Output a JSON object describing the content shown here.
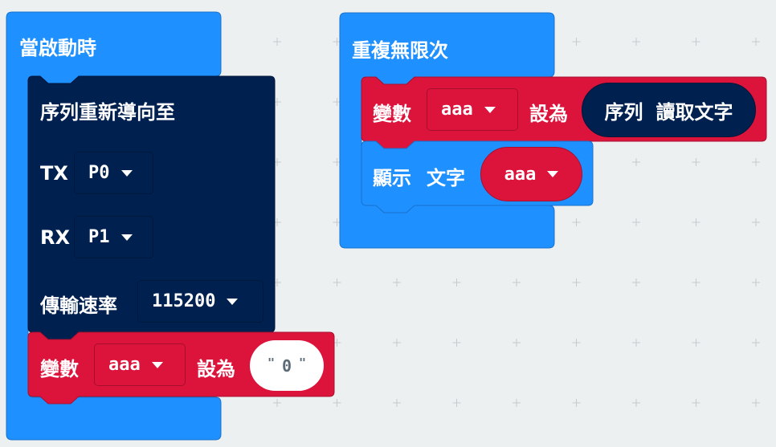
{
  "colors": {
    "workspace": "#ecf0f1",
    "basic": "#1e90ff",
    "serial": "#002050",
    "variables": "#dc143c",
    "text": "#ffffff"
  },
  "on_start": {
    "label": "當啟動時",
    "serial_redirect": {
      "label": "序列重新導向至",
      "tx_label": "TX",
      "tx_value": "P0",
      "rx_label": "RX",
      "rx_value": "P1",
      "baud_label": "傳輸速率",
      "baud_value": "115200"
    },
    "set_var": {
      "label": "變數",
      "var_name": "aaa",
      "set_label": "設為",
      "value_quote_open": "\"",
      "value": "0",
      "value_quote_close": "\""
    }
  },
  "forever": {
    "label": "重複無限次",
    "set_var": {
      "label": "變數",
      "var_name": "aaa",
      "set_label": "設為",
      "serial_read": {
        "word1": "序列",
        "word2": "讀取文字"
      }
    },
    "show_string": {
      "label": "顯示",
      "sub_label": "文字",
      "var_name": "aaa"
    }
  }
}
